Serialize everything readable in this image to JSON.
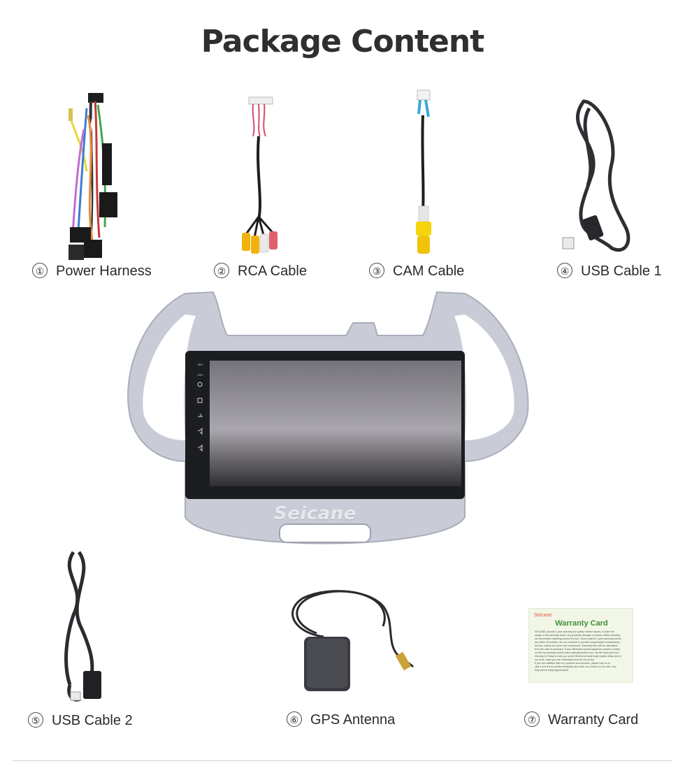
{
  "page": {
    "title": "Package Content"
  },
  "items": [
    {
      "number": "①",
      "label": "Power Harness",
      "icon": "power-harness-image"
    },
    {
      "number": "②",
      "label": "RCA Cable",
      "icon": "rca-cable-image"
    },
    {
      "number": "③",
      "label": "CAM Cable",
      "icon": "cam-cable-image"
    },
    {
      "number": "④",
      "label": "USB Cable 1",
      "icon": "usb-cable-image"
    },
    {
      "number": "⑤",
      "label": "USB Cable 2",
      "icon": "usb-cable-image"
    },
    {
      "number": "⑥",
      "label": "GPS Antenna",
      "icon": "gps-antenna-image"
    },
    {
      "number": "⑦",
      "label": "Warranty Card",
      "icon": "warranty-card-image"
    }
  ],
  "head_unit": {
    "watermark": "Seicane",
    "side_buttons": [
      "MIC",
      "RST"
    ],
    "icon": "car-stereo-image"
  },
  "warranty_card": {
    "brand": "Seicane",
    "heading": "Warranty Card",
    "body_lines": [
      "SEICANE provide 1 year warranty for quality related issues, if under the",
      "usage of the warranty sheet, any products damage or broken within warranty,",
      "we will provide repairing service for free. Good expired 1 year warranty period",
      "but within 18 months, we can continue to provide compensable maintenance",
      "service, mainly for some core component. Warranty time will be calculated",
      "from the date of purchase. If any aftersales issues happened, please contact",
      "us first by sending email to after-sales@seicane.com, we will reply you from",
      "Monday to Friday to help you solve! Weekend email reply maybe delay due to",
      "not work, hope you can understand and do not worry!",
      "If you are satisfied with our products and services, please help us to",
      "rate a ★★★★★ positive feedback and write us a review on our site. Your",
      "help will be really appreciated!"
    ]
  },
  "colors": {
    "title": "#2f2f2f",
    "bezel": "#c9ccd6",
    "screen": "#6e6a72",
    "card_bg": "#f1f6e6",
    "card_heading": "#3f8f3a",
    "card_brand": "#e35336"
  }
}
